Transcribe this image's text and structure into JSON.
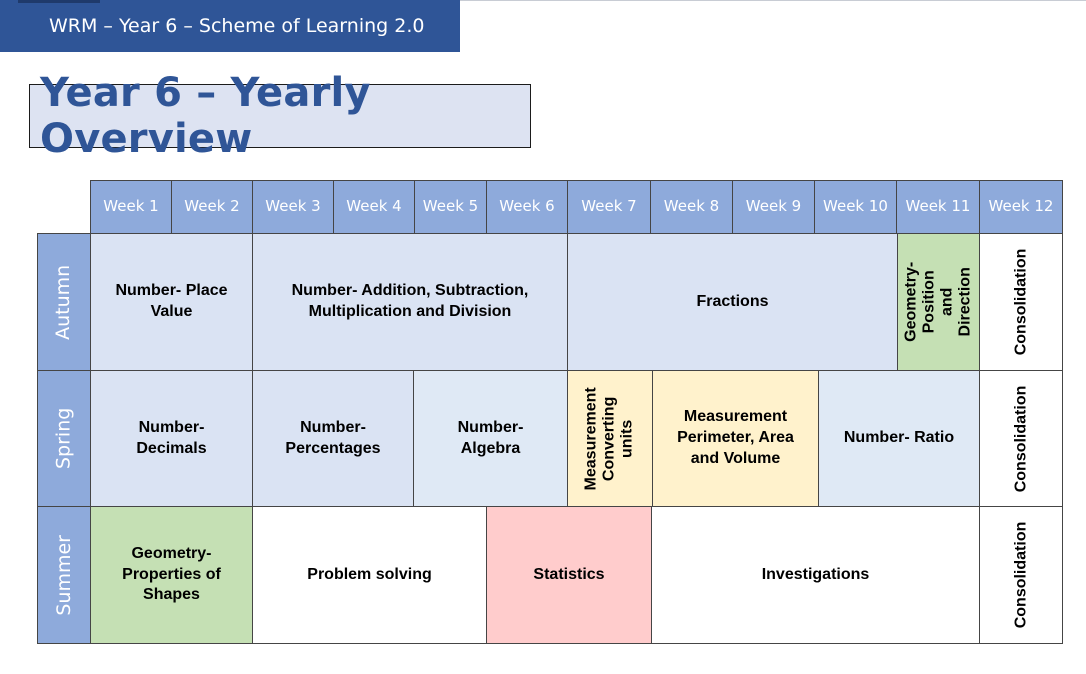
{
  "header": {
    "banner_title": "WRM – Year 6 – Scheme of Learning 2.0"
  },
  "title": "Year 6 – Yearly Overview",
  "weeks": [
    "Week 1",
    "Week 2",
    "Week 3",
    "Week 4",
    "Week 5",
    "Week 6",
    "Week 7",
    "Week 8",
    "Week 9",
    "Week 10",
    "Week 11",
    "Week 12"
  ],
  "terms": [
    "Autumn",
    "Spring",
    "Summer"
  ],
  "autumn": {
    "place_value": "Number- Place Value",
    "add_sub_mul_div": "Number- Addition, Subtraction, Multiplication and Division",
    "fractions": "Fractions",
    "geometry_position": "Geometry- Position and Direction",
    "consolidation": "Consolidation"
  },
  "spring": {
    "decimals": "Number- Decimals",
    "percentages": "Number- Percentages",
    "algebra": "Number- Algebra",
    "converting_units": "Measurement Converting units",
    "perimeter": "Measurement Perimeter, Area and Volume",
    "ratio": "Number- Ratio",
    "consolidation": "Consolidation"
  },
  "summer": {
    "shapes": "Geometry- Properties of Shapes",
    "problem_solving": "Problem solving",
    "statistics": "Statistics",
    "investigations": "Investigations",
    "consolidation": "Consolidation"
  },
  "colors": {
    "banner": "#2f5597",
    "header_cells": "#8eaadb",
    "number": "#dae3f3",
    "geometry": "#c5e0b4",
    "measurement": "#fff2cc",
    "statistics": "#ffcccc"
  }
}
